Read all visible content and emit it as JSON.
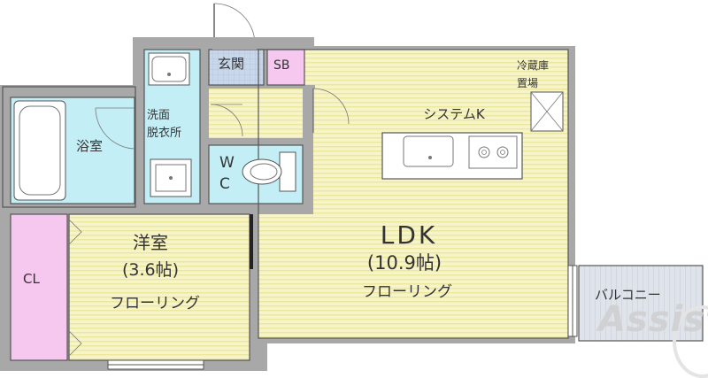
{
  "rooms": {
    "genkan": "玄関",
    "sb": "SB",
    "fridge": "冷蔵庫\n置場",
    "system_kitchen": "システムK",
    "washroom": "洗面\n脱衣所",
    "bath": "浴室",
    "wc": "W\nC",
    "western_room": "洋室",
    "western_size": "(3.6帖)",
    "western_floor": "フローリング",
    "closet": "CL",
    "ldk": "LDK",
    "ldk_size": "(10.9帖)",
    "ldk_floor": "フローリング",
    "balcony": "バルコニー"
  },
  "watermark": "Assist",
  "colors": {
    "wall": "#9a9a9a",
    "yellow_floor": "#f7f4c8",
    "yellow_stripe": "#ece79f",
    "wet_area": "#c4eef6",
    "entry_tile": "#c9d7ea",
    "closet_pink": "#f6c7ef",
    "balcony_gray": "#dfe3ea",
    "frame": "#555555"
  }
}
